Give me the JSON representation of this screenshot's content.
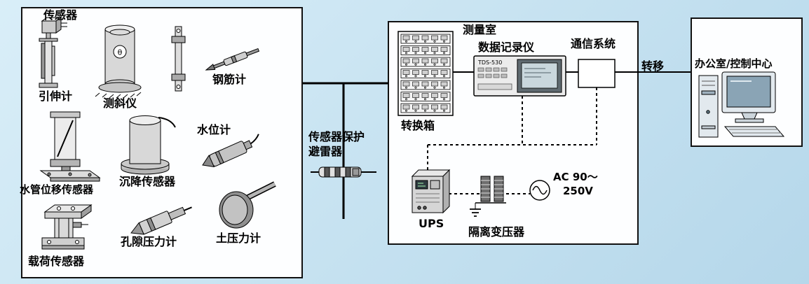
{
  "sensors_box": {
    "title": "传感器",
    "labels": {
      "extensometer": "引伸计",
      "inclinometer": "测斜仪",
      "rebar_gauge": "钢筋计",
      "water_level_gauge": "水位计",
      "pipe_displacement_sensor": "水管位移传感器",
      "settlement_sensor": "沉降传感器",
      "load_sensor": "载荷传感器",
      "pore_pressure_gauge": "孔隙压力计",
      "earth_pressure_gauge": "土压力计"
    },
    "inclinometer_symbol": "θ"
  },
  "arrester": {
    "label_line1": "传感器保护",
    "label_line2": "避雷器"
  },
  "measurement_room": {
    "title": "测量室",
    "converter_box_label": "转换箱",
    "data_logger_label": "数据记录仪",
    "data_logger_model": "TDS-530",
    "communication_label": "通信系统",
    "ups_label": "UPS",
    "transformer_label": "隔离变压器",
    "ac_label_line1": "AC 90～",
    "ac_label_line2": "250V"
  },
  "transfer_label": "转移",
  "office": {
    "title": "办公室/控制中心"
  },
  "colors": {
    "background_start": "#d9eef8",
    "background_end": "#b5d7ea",
    "box_fill": "#fdfeff",
    "line_color": "#000000"
  }
}
